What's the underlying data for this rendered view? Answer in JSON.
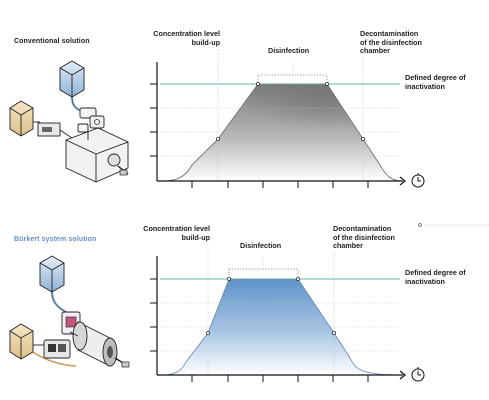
{
  "panels": [
    {
      "title": "Conventional solution",
      "buildup": "Concentration level\nbuild-up",
      "disinfection": "Disinfection",
      "decon": "Decontamination\nof the disinfection\nchamber",
      "degree": "Defined degree of\ninactivation"
    },
    {
      "title": "Bürkert system solution",
      "buildup": "Concentration level\nbuild-up",
      "disinfection": "Disinfection",
      "decon": "Decontamination\nof the disinfection\nchamber",
      "degree": "Defined degree of\ninactivation"
    }
  ],
  "icons": [
    "clock-icon"
  ],
  "colors": {
    "threshold_line": "#5fb3a8",
    "grey_fill_top": "#7b7b7b",
    "blue_fill_top": "#6f9fd0",
    "blue_title": "#6a8fc4",
    "axis": "#111111"
  }
}
